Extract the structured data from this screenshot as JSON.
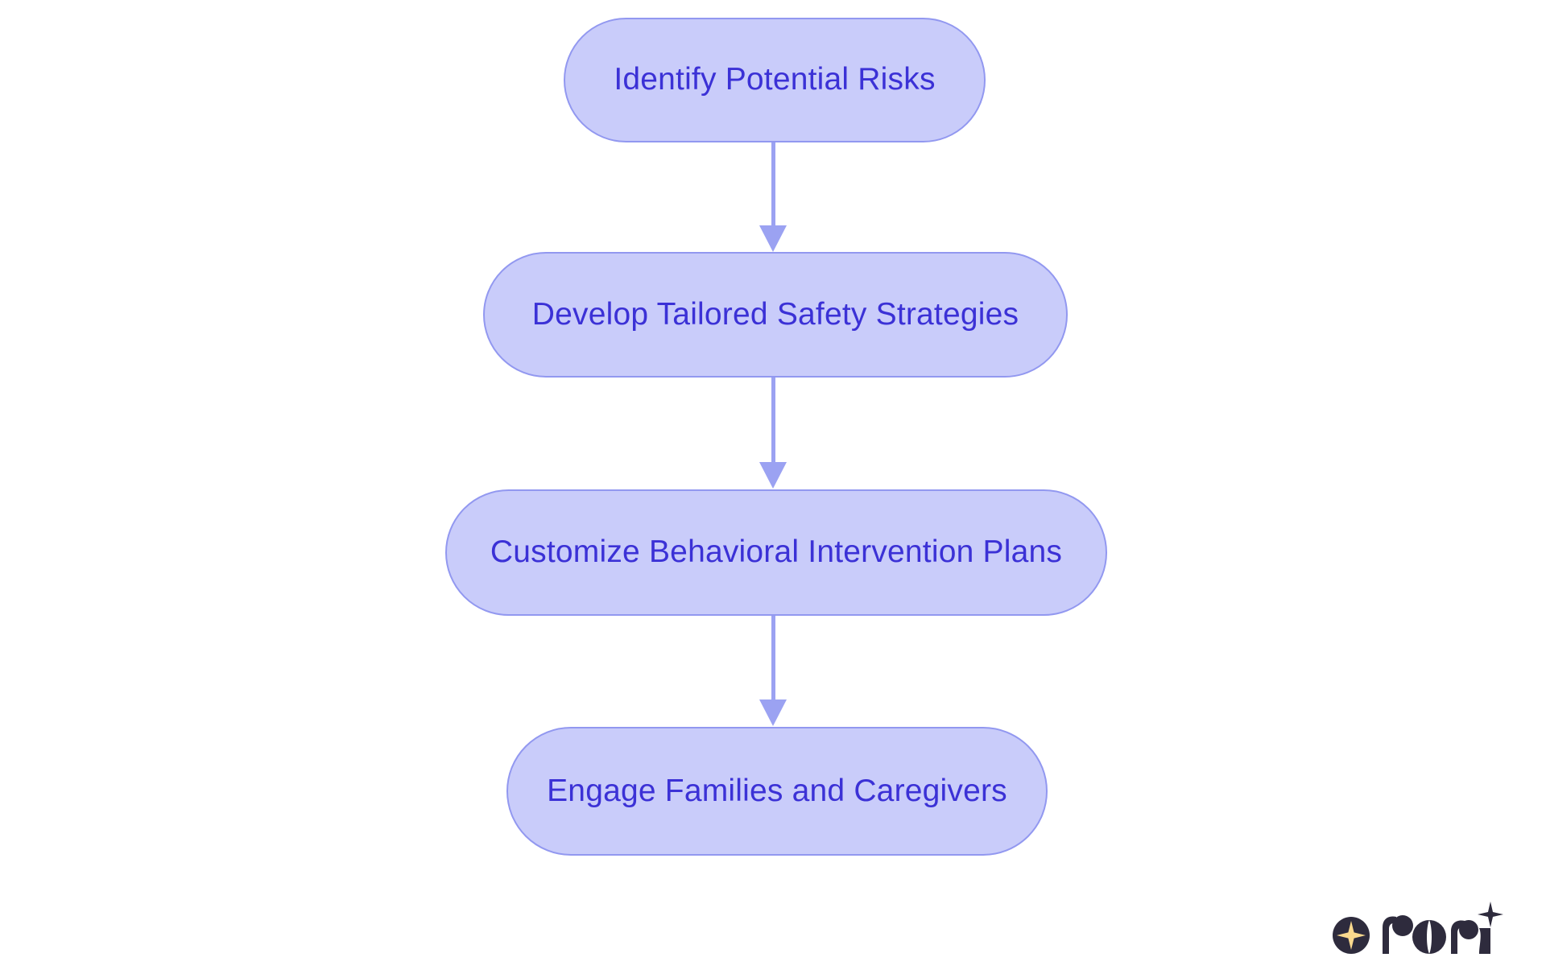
{
  "diagram": {
    "type": "flowchart",
    "orientation": "top-to-bottom",
    "background_color": "#ffffff",
    "node_fill_color": "#c9ccfa",
    "node_border_color": "#9298f0",
    "node_text_color": "#3b31d6",
    "connector_color": "#9ba2f2",
    "nodes": [
      {
        "id": "node-1",
        "label": "Identify Potential Risks",
        "order": 1
      },
      {
        "id": "node-2",
        "label": "Develop Tailored Safety Strategies",
        "order": 2
      },
      {
        "id": "node-3",
        "label": "Customize Behavioral Intervention Plans",
        "order": 3
      },
      {
        "id": "node-4",
        "label": "Engage Families and Caregivers",
        "order": 4
      }
    ],
    "edges": [
      {
        "id": "conn-1",
        "from": "node-1",
        "to": "node-2",
        "label": ""
      },
      {
        "id": "conn-2",
        "from": "node-2",
        "to": "node-3",
        "label": ""
      },
      {
        "id": "conn-3",
        "from": "node-3",
        "to": "node-4",
        "label": ""
      }
    ]
  },
  "branding": {
    "name": "rori",
    "mark_color": "#2e2b3d",
    "star_color": "#fad98e"
  }
}
